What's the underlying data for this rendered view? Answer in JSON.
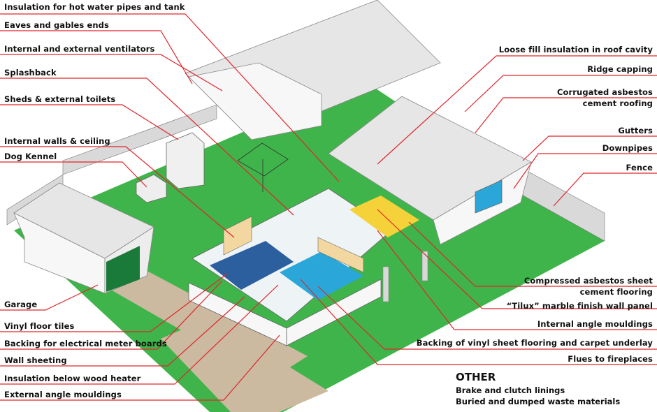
{
  "labels_left": [
    "Insulation for hot water pipes and tank",
    "Eaves and gables ends",
    "Internal and external ventilators",
    "Splashback",
    "Sheds & external toilets",
    "Internal walls & ceiling",
    "Dog Kennel",
    "Garage",
    "Vinyl floor tiles",
    "Backing for electrical meter boards",
    "Wall sheeting",
    "Insulation below wood heater",
    "External angle mouldings"
  ],
  "labels_right": [
    "Loose fill insulation in roof cavity",
    "Ridge capping",
    "Corrugated asbestos",
    "cement roofing",
    "Gutters",
    "Downpipes",
    "Fence",
    "Compressed asbestos sheet",
    "cement flooring",
    "“Tilux” marble finish wall panel",
    "Internal angle mouldings",
    "Backing of vinyl sheet flooring and carpet underlay",
    "Flues to fireplaces"
  ],
  "other": {
    "heading": "OTHER",
    "items": [
      "Brake and clutch linings",
      "Buried and dumped waste materials"
    ]
  },
  "colors": {
    "leader": "#e0262b",
    "lawn": "#3fb44a",
    "roof": "#e6e6e6",
    "wall": "#f7f7f7",
    "path": "#cbb9a0",
    "garage_door": "#1a7a3a",
    "floor_blue": "#2aa7d8",
    "floor_yellow": "#f5d23a",
    "interior_wall": "#f2d7a0"
  }
}
